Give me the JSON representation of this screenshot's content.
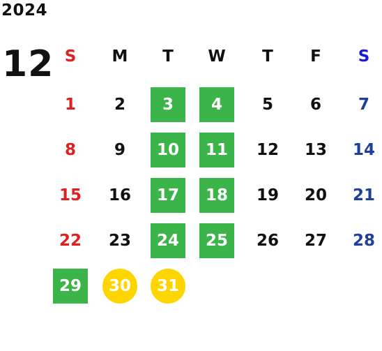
{
  "year": "2024",
  "month": "12",
  "weekdays": [
    "S",
    "M",
    "T",
    "W",
    "T",
    "F",
    "S"
  ],
  "colors": {
    "sunday": "#e02020",
    "saturday_header": "#1a1ad0",
    "saturday_date": "#1f3f99",
    "highlight_green": "#3bb54a",
    "highlight_yellow": "#ffd500"
  },
  "weeks": [
    [
      {
        "d": "1",
        "hl": ""
      },
      {
        "d": "2",
        "hl": ""
      },
      {
        "d": "3",
        "hl": "green"
      },
      {
        "d": "4",
        "hl": "green"
      },
      {
        "d": "5",
        "hl": ""
      },
      {
        "d": "6",
        "hl": ""
      },
      {
        "d": "7",
        "hl": ""
      }
    ],
    [
      {
        "d": "8",
        "hl": ""
      },
      {
        "d": "9",
        "hl": ""
      },
      {
        "d": "10",
        "hl": "green"
      },
      {
        "d": "11",
        "hl": "green"
      },
      {
        "d": "12",
        "hl": ""
      },
      {
        "d": "13",
        "hl": ""
      },
      {
        "d": "14",
        "hl": ""
      }
    ],
    [
      {
        "d": "15",
        "hl": ""
      },
      {
        "d": "16",
        "hl": ""
      },
      {
        "d": "17",
        "hl": "green"
      },
      {
        "d": "18",
        "hl": "green"
      },
      {
        "d": "19",
        "hl": ""
      },
      {
        "d": "20",
        "hl": ""
      },
      {
        "d": "21",
        "hl": ""
      }
    ],
    [
      {
        "d": "22",
        "hl": ""
      },
      {
        "d": "23",
        "hl": ""
      },
      {
        "d": "24",
        "hl": "green"
      },
      {
        "d": "25",
        "hl": "green"
      },
      {
        "d": "26",
        "hl": ""
      },
      {
        "d": "27",
        "hl": ""
      },
      {
        "d": "28",
        "hl": ""
      }
    ],
    [
      {
        "d": "29",
        "hl": "green"
      },
      {
        "d": "30",
        "hl": "yellow"
      },
      {
        "d": "31",
        "hl": "yellow"
      }
    ]
  ]
}
